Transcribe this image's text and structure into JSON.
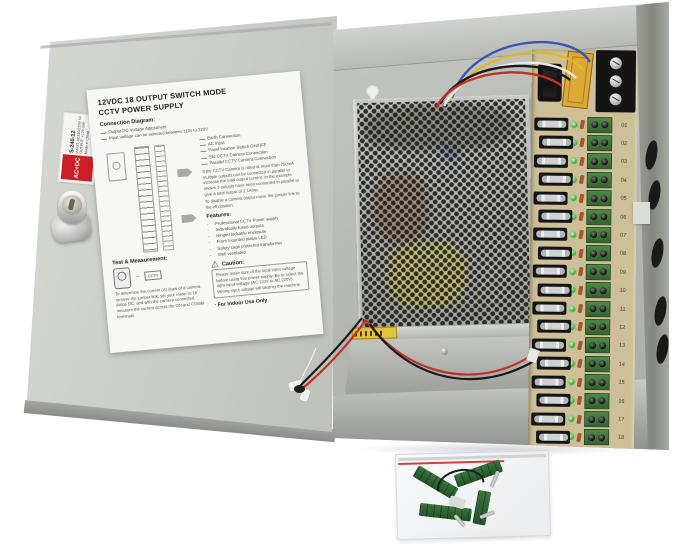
{
  "scene_colors": {
    "door_gray": "#cbcdc8",
    "box_gray": "#b5b7b2",
    "pcb_tan": "#cdbf97",
    "terminal_green": "#3e7e3a",
    "led_green": "#3fae46",
    "fuse_cover_amber": "#dfa32b",
    "wire_red": "#c03024",
    "wire_blue": "#3a56b4",
    "wire_yellow": "#ddb92a",
    "label_red": "#cc2027",
    "bag_stripe_red": "#d84040"
  },
  "door_label": {
    "badge": "AC+DC",
    "model": "S-240-12",
    "lines": [
      "INPUT: AC110/220V 50/60Hz",
      "OUTPUT: +12V  20A",
      "Made in China"
    ]
  },
  "sheet": {
    "title1": "12VDC 18 OUTPUT SWITCH MODE",
    "title2": "CCTV POWER SUPPLY",
    "connection_heading": "Connection Diagram:",
    "top_notes": [
      "Output DC Voltage Adjustment",
      "Input voltage can be selected between 110v to 220V"
    ],
    "callouts": [
      "Earth Connection",
      "AC Input",
      "Panel location Switch ON/OFF",
      "Std CCTV Camera Connection",
      "Parallel CCTV Camera Connection"
    ],
    "parallel_note": "If the CCTV Camera is rated at more than 750mA multiple outputs can be connected in parallel to increase the total output current. In the example shown 3 outputs have been connected in parallel to give a total output of 2.1Amp.",
    "disable_note": "To disable a camera output move the jumper link to the off position.",
    "test_heading": "Test & Measurement:",
    "cctv_label": "CCTV",
    "test_note": "To determine the current (A) draw of a camera remove the jumper link, set your meter to 10 Amps DC, and with the camera connected measure the current across the ON and COMM terminals.",
    "features_heading": "Features:",
    "features": [
      "Professional CCTV Power supply",
      "Individually fused outputs",
      "Hinged lockable enclosure",
      "Front mounted status LED",
      "Safety cage protected transformer",
      "Well ventilated"
    ],
    "caution_heading": "Caution:",
    "caution_text": "Please make sure of the local input voltage before using this power supply. Be to select the right input voltage (AC 110V or AC 220V). Wrong input voltage will destroy the machine.",
    "indoor_note": "For Indoor Use Only"
  },
  "pcb": {
    "channels": [
      "01",
      "02",
      "03",
      "04",
      "05",
      "06",
      "07",
      "08",
      "09",
      "10",
      "11",
      "12",
      "13",
      "14",
      "15",
      "16",
      "17",
      "18"
    ]
  }
}
